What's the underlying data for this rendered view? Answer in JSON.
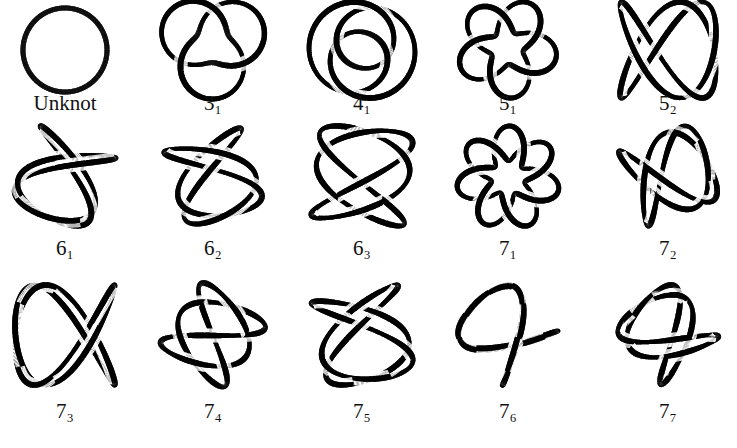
{
  "diagram": {
    "labels": [
      "Unknot",
      "3₁",
      "4₁",
      "5₁",
      "5₂",
      "6₁",
      "6₂",
      "6₃",
      "7₁",
      "7₂",
      "7₃",
      "7₄",
      "7₅",
      "7₆",
      "7₇"
    ]
  }
}
